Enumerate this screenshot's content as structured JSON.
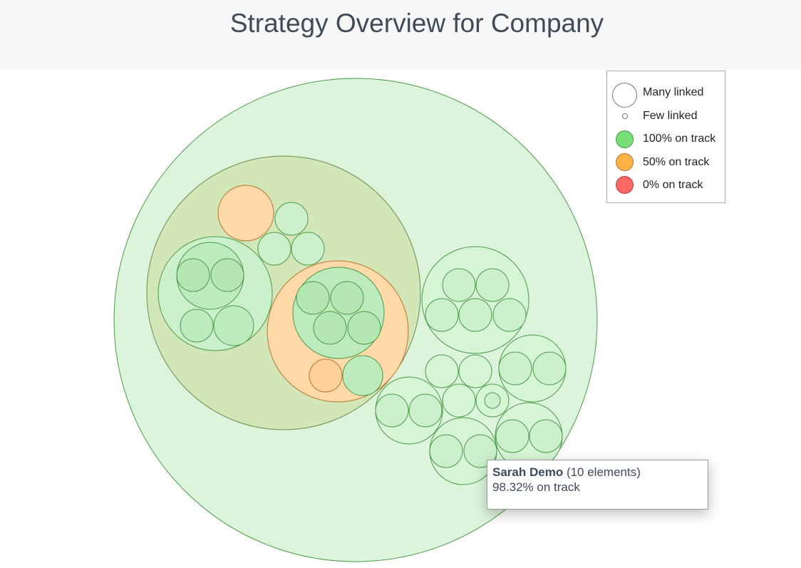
{
  "page": {
    "title": "Strategy Overview for Company"
  },
  "legend": {
    "items": [
      {
        "label": "Many linked",
        "kind": "size-large",
        "color": "#ffffff"
      },
      {
        "label": "Few linked",
        "kind": "size-small",
        "color": "#ffffff"
      },
      {
        "label": "100% on track",
        "kind": "status",
        "color": "#77dd77"
      },
      {
        "label": "50% on track",
        "kind": "status",
        "color": "#ffb347"
      },
      {
        "label": "0% on track",
        "kind": "status",
        "color": "#ff6961"
      }
    ]
  },
  "tooltip": {
    "name": "Sarah Demo",
    "count": "(10 elements)",
    "status": "98.32% on track"
  },
  "colors": {
    "green_fill": "#d5f5d5",
    "green_stroke": "#4a9a45",
    "orange_fill": "#ffd9a8",
    "orange_stroke": "#b5742c",
    "olive_fill": "#d3e6b8",
    "olive_stroke": "#6d8a4d"
  }
}
